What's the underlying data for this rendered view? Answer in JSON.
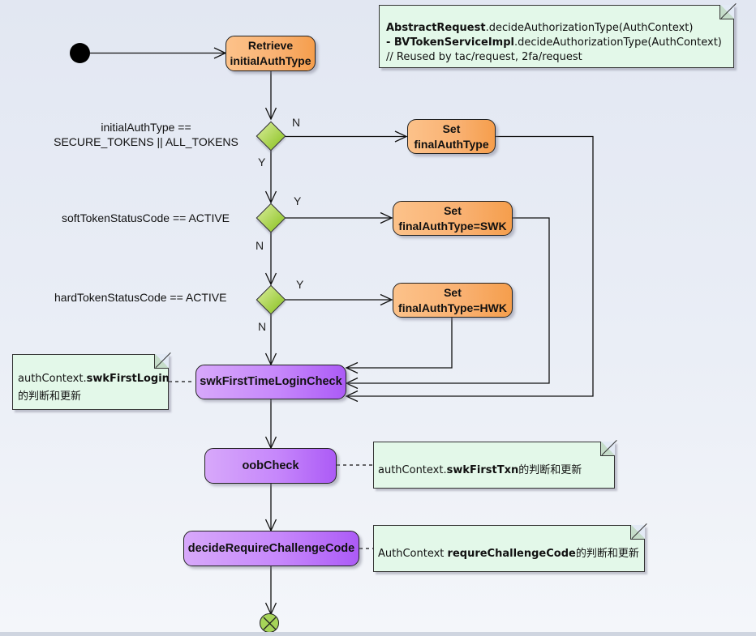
{
  "diagram": {
    "type": "UML activity diagram",
    "title_note": {
      "line1_bold": "AbstractRequest",
      "line1_rest": ".decideAuthorizationType(AuthContext)",
      "line2_bold": "- BVTokenServiceImpl",
      "line2_rest": ".decideAuthorizationType(AuthContext)",
      "line3": "// Reused by tac/request, 2fa/request"
    },
    "actions": {
      "retrieve": {
        "line1": "Retrieve",
        "line2": "initialAuthType"
      },
      "set_final": {
        "line1": "Set",
        "line2": "finalAuthType"
      },
      "set_swk": {
        "line1": "Set",
        "line2": "finalAuthType=SWK"
      },
      "set_hwk": {
        "line1": "Set",
        "line2": "finalAuthType=HWK"
      },
      "swk_check": {
        "label": "swkFirstTimeLoginCheck"
      },
      "oob_check": {
        "label": "oobCheck"
      },
      "decide_challenge": {
        "label": "decideRequireChallengeCode"
      }
    },
    "decisions": [
      {
        "condition_line1": "initialAuthType ==",
        "condition_line2": "SECURE_TOKENS || ALL_TOKENS",
        "branch_right": "N",
        "branch_down": "Y"
      },
      {
        "condition_line1": "softTokenStatusCode == ACTIVE",
        "branch_right": "Y",
        "branch_down": "N"
      },
      {
        "condition_line1": "hardTokenStatusCode == ACTIVE",
        "branch_right": "Y",
        "branch_down": "N"
      }
    ],
    "notes": {
      "swk_login": {
        "prefix": "authContext.",
        "bold": "swkFirstLogin",
        "line2": "的判断和更新"
      },
      "oob": {
        "prefix": "authContext.",
        "bold": "swkFirstTxn",
        "suffix": "的判断和更新"
      },
      "challenge": {
        "prefix": "AuthContext ",
        "bold": "requreChallengeCode",
        "suffix": "的判断和更新"
      }
    },
    "colors": {
      "action_orange": "#f9b070",
      "action_purple": "#c687fb",
      "decision_green": "#9ccc3c",
      "note_green": "#e3f8e9"
    }
  }
}
